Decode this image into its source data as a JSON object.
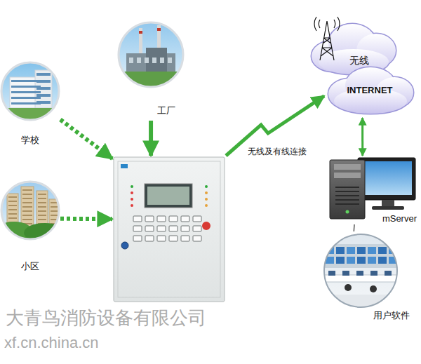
{
  "diagram": {
    "nodes": [
      {
        "text": [
          "学校"
        ]
      },
      {
        "text": [
          "工厂"
        ]
      },
      {
        "text": [
          "小区"
        ]
      },
      {
        "text": []
      },
      {
        "text": [
          "无线"
        ]
      },
      {
        "text": [
          "INTERNET"
        ]
      },
      {
        "text": [
          "mServer"
        ]
      },
      {
        "text": [
          "用户软件"
        ]
      }
    ],
    "edges": [
      {
        "from": 0,
        "to": 3,
        "arrow": "to"
      },
      {
        "from": 1,
        "to": 3,
        "arrow": "to"
      },
      {
        "from": 2,
        "to": 3,
        "arrow": "to"
      },
      {
        "from": 3,
        "to": 5,
        "label": "无线及有线连接",
        "arrow": "to"
      },
      {
        "from": 5,
        "to": 6,
        "arrow": "both"
      },
      {
        "from": 6,
        "to": 7,
        "arrow": "none"
      }
    ],
    "labels": [
      "大青鸟消防设备有限公司",
      "xf.cn.china.cn"
    ]
  }
}
